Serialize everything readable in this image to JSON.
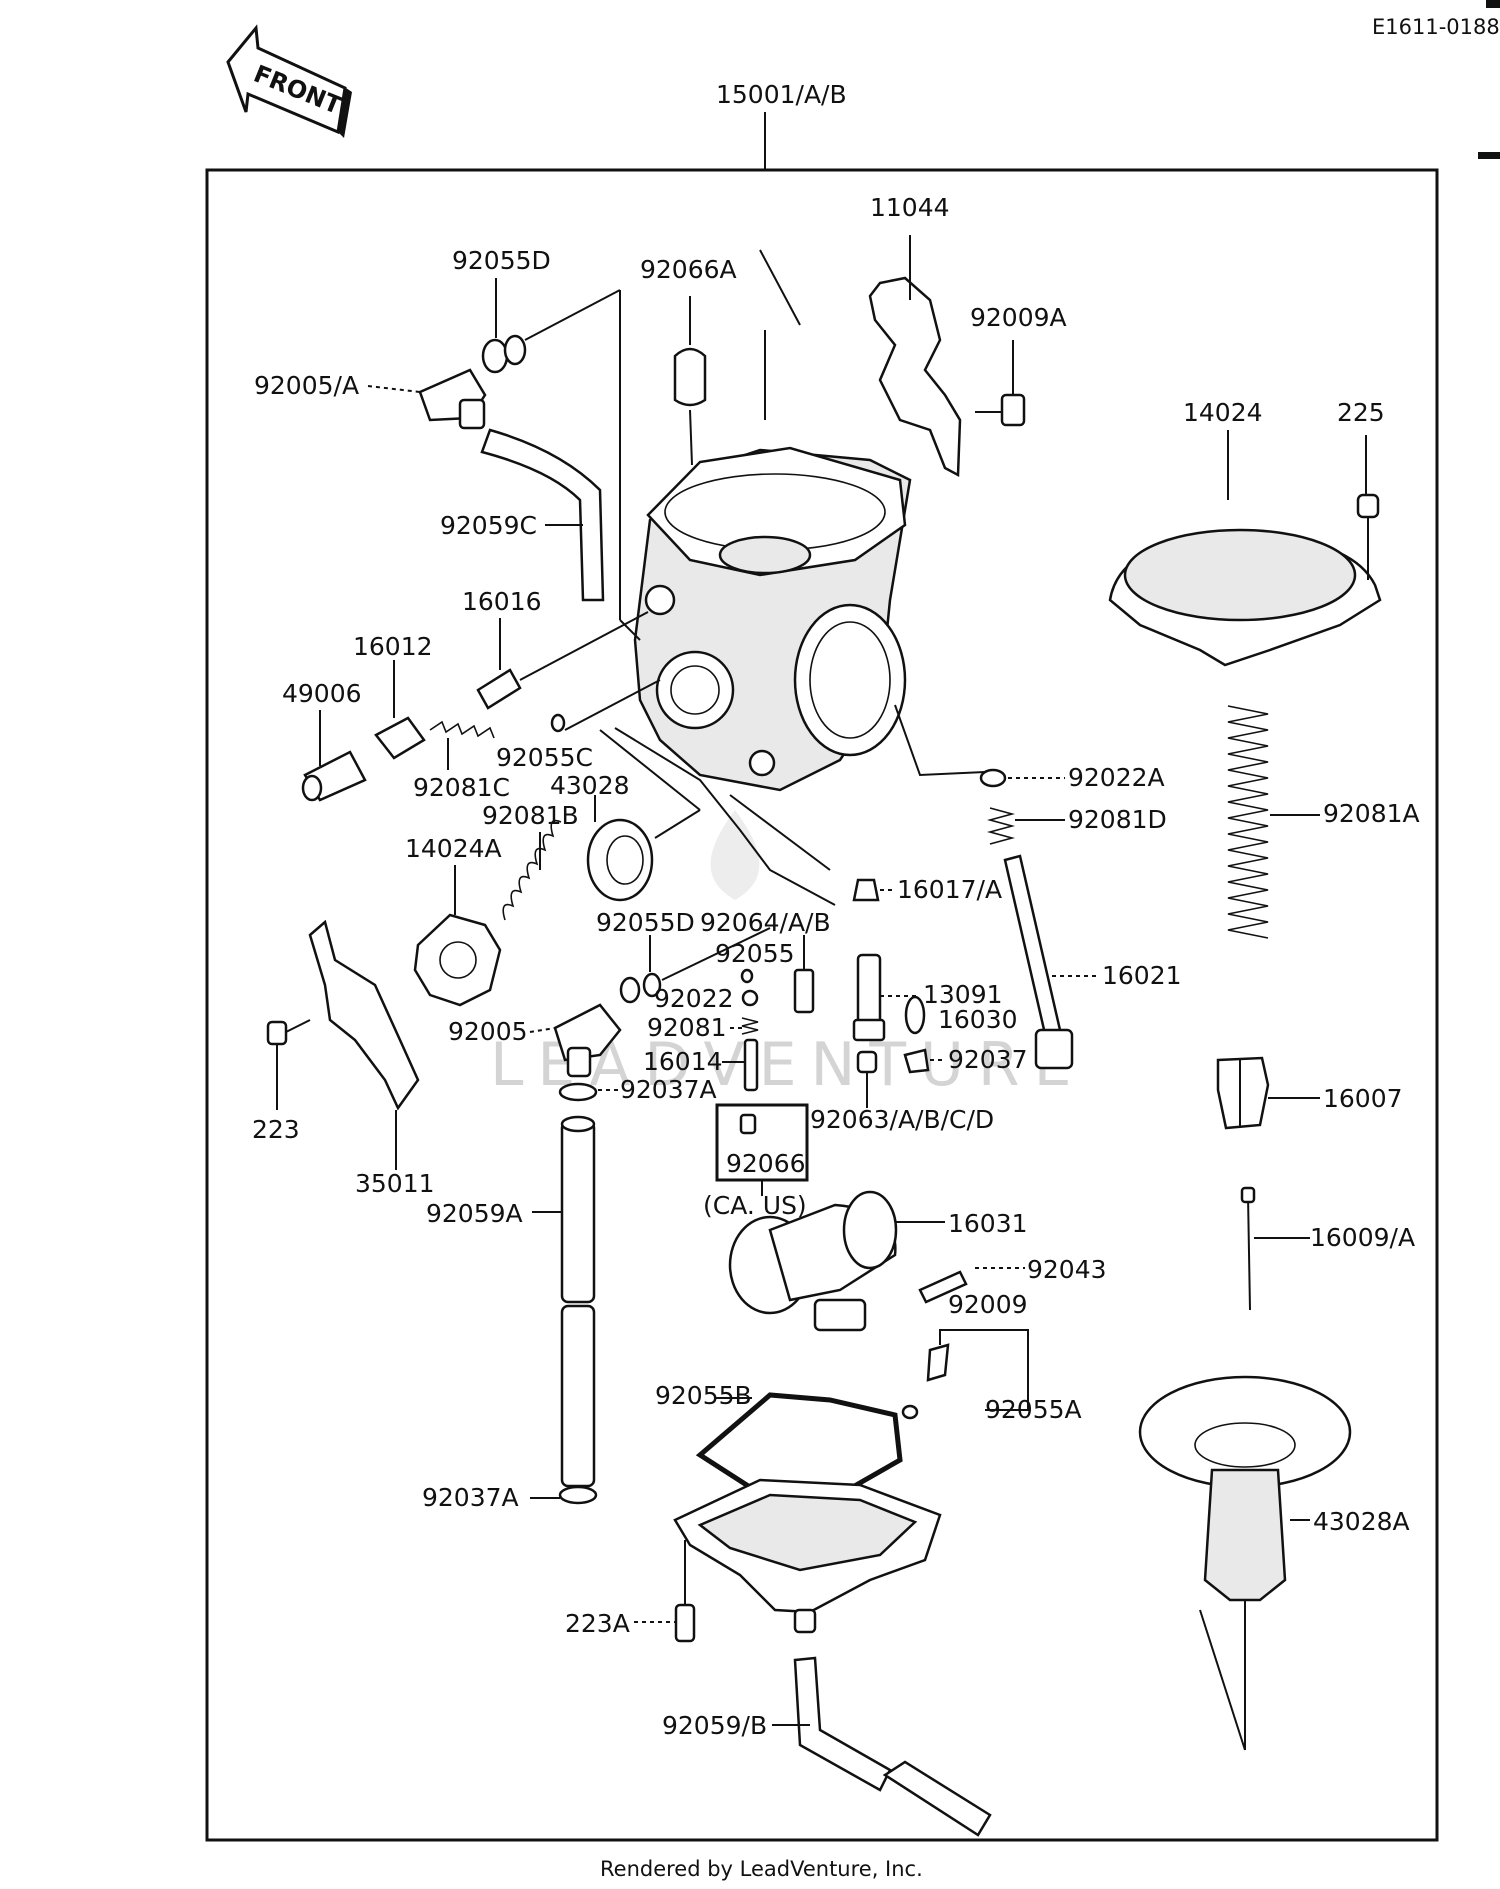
{
  "diagram_code": "E1611-0188",
  "front_label": "FRONT",
  "assembly_label": "15001/A/B",
  "labels": {
    "p11044": "11044",
    "p92055D_top": "92055D",
    "p92066A": "92066A",
    "p92009A": "92009A",
    "p92005A": "92005/A",
    "p14024": "14024",
    "p225": "225",
    "p92059C": "92059C",
    "p16016": "16016",
    "p16012": "16012",
    "p49006": "49006",
    "p92055C": "92055C",
    "p92081C": "92081C",
    "p43028": "43028",
    "p92081B": "92081B",
    "p14024A": "14024A",
    "p92022A": "92022A",
    "p92081D": "92081D",
    "p92081A": "92081A",
    "p16017A": "16017/A",
    "p92055D_mid": "92055D",
    "p92064AB": "92064/A/B",
    "p92055": "92055",
    "p13091": "13091",
    "p16021": "16021",
    "p92022": "92022",
    "p16030": "16030",
    "p92005": "92005",
    "p92081": "92081",
    "p92037": "92037",
    "p16014": "16014",
    "p92037A_mid": "92037A",
    "p16007": "16007",
    "p223": "223",
    "p92063": "92063/A/B/C/D",
    "p92066": "92066",
    "p35011": "35011",
    "p_ca_us": "(CA. US)",
    "p16031": "16031",
    "p92059A": "92059A",
    "p16009A": "16009/A",
    "p92043": "92043",
    "p92009": "92009",
    "p92055B": "92055B",
    "p92055A": "92055A",
    "p92037A_low": "92037A",
    "p43028A": "43028A",
    "p223A": "223A",
    "p92059B": "92059/B"
  },
  "watermark": "LEADVENTURE",
  "footer": "Rendered by LeadVenture, Inc."
}
